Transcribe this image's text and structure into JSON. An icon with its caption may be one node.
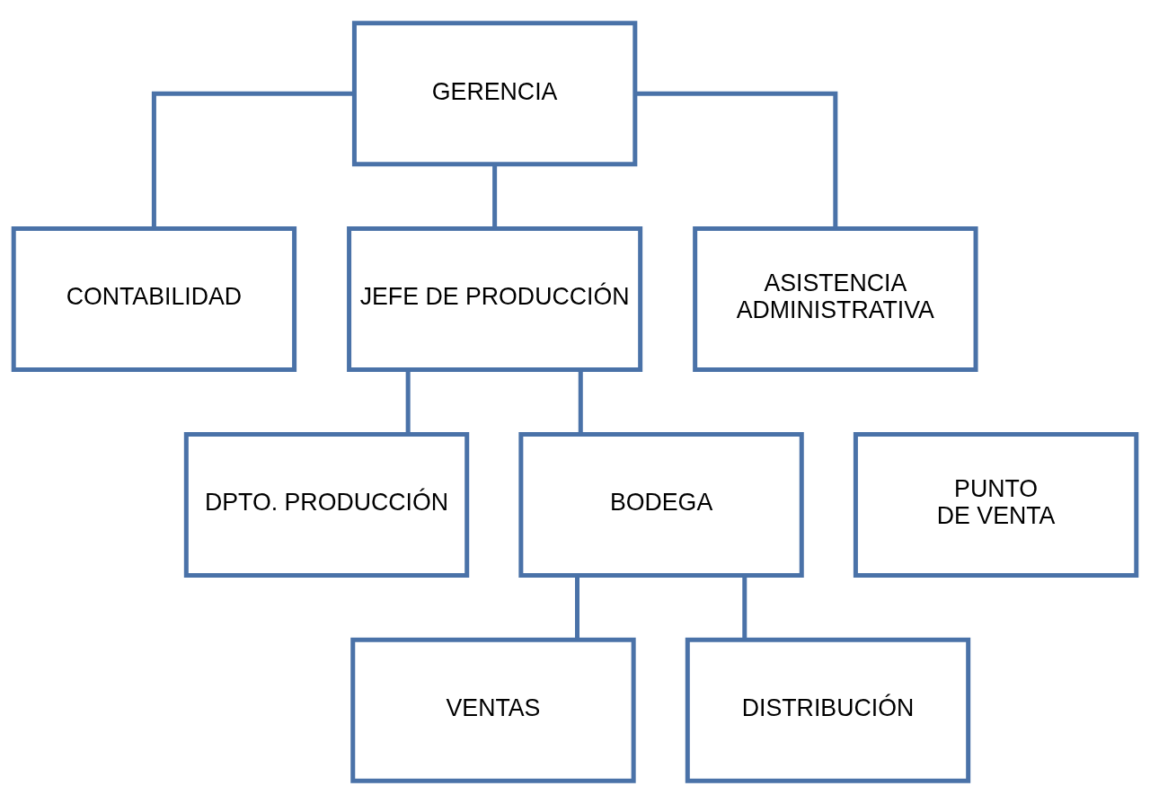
{
  "diagram": {
    "nodes": [
      {
        "text": [
          "GERENCIA"
        ]
      },
      {
        "text": [
          "CONTABILIDAD"
        ]
      },
      {
        "text": [
          "JEFE DE PRODUCCIÓN"
        ]
      },
      {
        "text": [
          "ASISTENCIA ADMINISTRATIVA"
        ]
      },
      {
        "text": [
          "DPTO. PRODUCCIÓN"
        ]
      },
      {
        "text": [
          "BODEGA"
        ]
      },
      {
        "text": [
          "PUNTO DE VENTA"
        ]
      },
      {
        "text": [
          "VENTAS"
        ]
      },
      {
        "text": [
          "DISTRIBUCIÓN"
        ]
      }
    ],
    "edges": [
      {
        "from": 0,
        "to": 1,
        "arrow": "none"
      },
      {
        "from": 0,
        "to": 2,
        "arrow": "none"
      },
      {
        "from": 0,
        "to": 3,
        "arrow": "none"
      },
      {
        "from": 2,
        "to": 4,
        "arrow": "none"
      },
      {
        "from": 2,
        "to": 5,
        "arrow": "none"
      },
      {
        "from": 5,
        "to": 7,
        "arrow": "none"
      },
      {
        "from": 5,
        "to": 8,
        "arrow": "none"
      }
    ]
  }
}
